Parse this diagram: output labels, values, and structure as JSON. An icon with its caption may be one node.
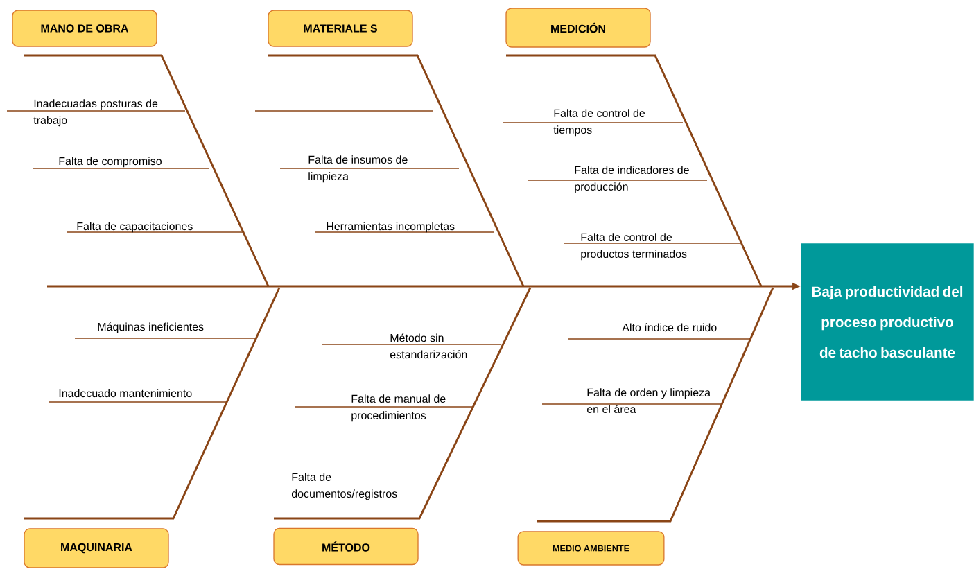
{
  "diagram": {
    "nodes": [
      {
        "text": [
          "MANO DE OBRA"
        ]
      },
      {
        "text": [
          "MATERIALE S"
        ]
      },
      {
        "text": [
          "MEDICIÓN"
        ]
      },
      {
        "text": [
          "MAQUINARIA"
        ]
      },
      {
        "text": [
          "MÉTODO"
        ]
      },
      {
        "text": [
          "MEDIO AMBIENTE"
        ]
      },
      {
        "text": [
          "Baja productividad del proceso productivo de tacho basculante"
        ]
      }
    ],
    "edges": [
      {
        "from": null,
        "to": 6,
        "arrow": "to"
      }
    ],
    "labels": [
      "Inadecuadas posturas de trabajo",
      "Falta de compromiso",
      "Falta de capacitaciones",
      "Falta de insumos de limpieza",
      "Herramientas incompletas",
      "Falta de control de tiempos",
      "Falta de indicadores de producción",
      "Falta de control de productos terminados",
      "Máquinas ineficientes",
      "Inadecuado mantenimiento",
      "Método sin estandarización",
      "Falta de manual de procedimientos",
      "Falta de documentos/registros",
      "Alto índice de ruido",
      "Falta de orden y limpieza en el área"
    ]
  }
}
